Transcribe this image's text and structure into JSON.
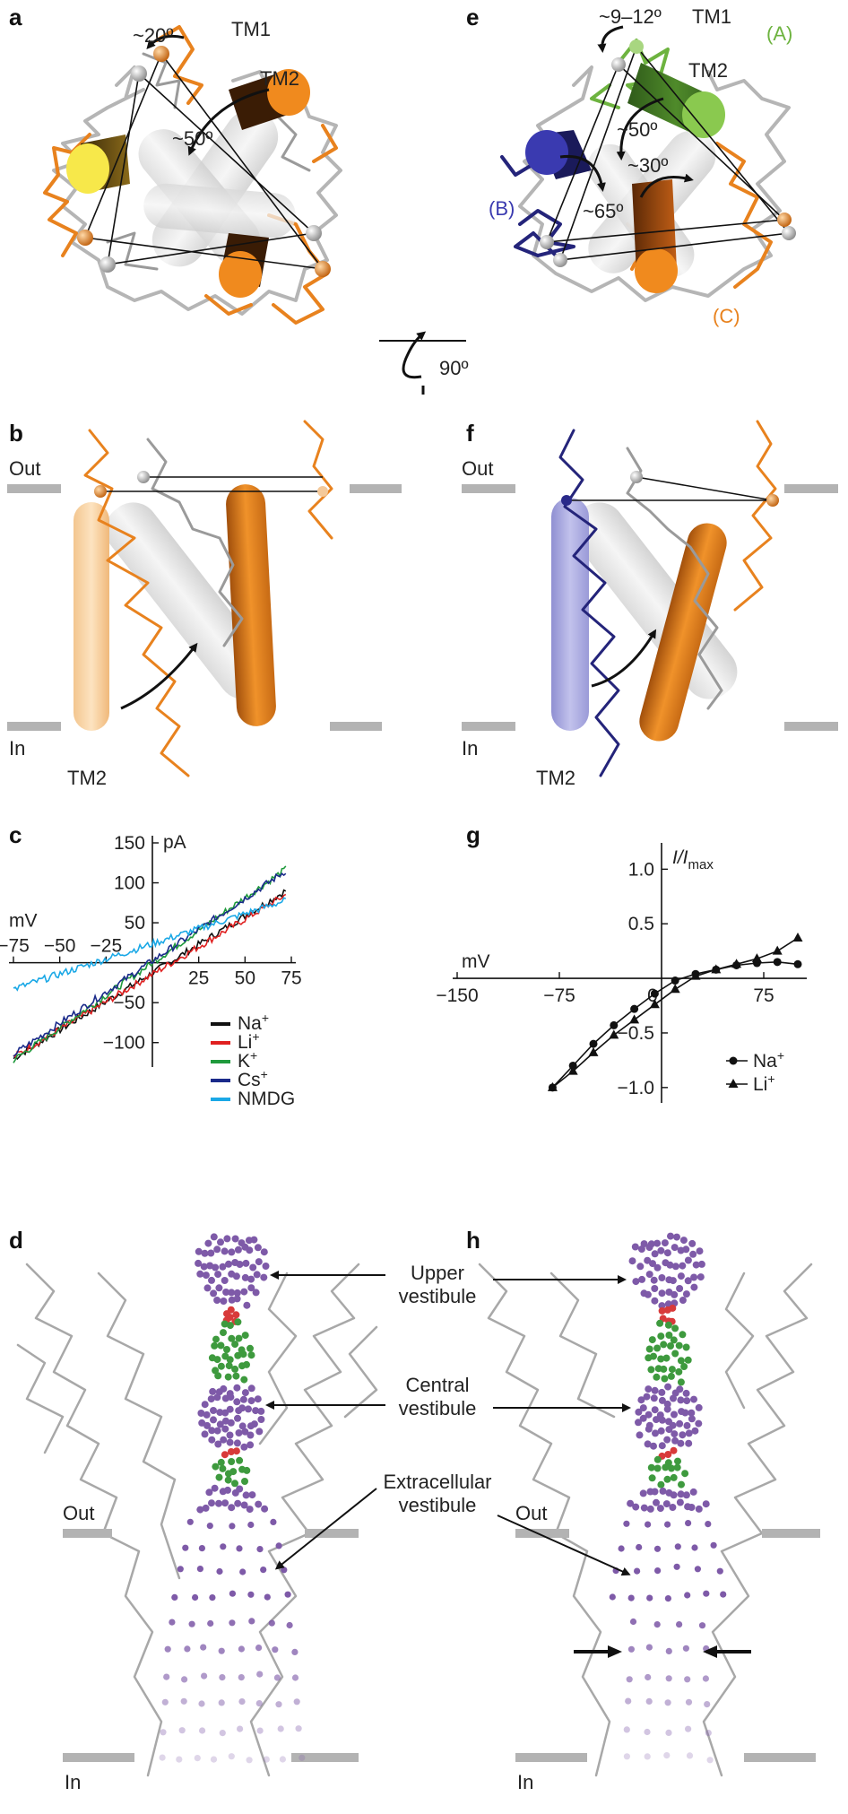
{
  "figure": {
    "panels": {
      "a": {
        "label": "a",
        "labels": {
          "tm1": "TM1",
          "tm2": "TM2",
          "angle_small": "~20º",
          "angle_large": "~50º"
        }
      },
      "e": {
        "label": "e",
        "labels": {
          "tm1": "TM1",
          "tm2": "TM2",
          "angle_top": "~9–12º",
          "angle_mid": "~50º",
          "angle_right": "~30º",
          "angle_left": "~65º",
          "sub_a": "(A)",
          "sub_b": "(B)",
          "sub_c": "(C)"
        }
      },
      "rotation": {
        "text": "90º"
      },
      "b": {
        "label": "b",
        "out": "Out",
        "in": "In",
        "tm2": "TM2"
      },
      "f": {
        "label": "f",
        "out": "Out",
        "in": "In",
        "tm2": "TM2"
      },
      "d": {
        "label": "d",
        "out": "Out",
        "in": "In"
      },
      "h": {
        "label": "h",
        "out": "Out",
        "in": "In"
      },
      "vestibules": {
        "upper": [
          "Upper",
          "vestibule"
        ],
        "central": [
          "Central",
          "vestibule"
        ],
        "extracellular": [
          "Extracellular",
          "vestibule"
        ]
      }
    },
    "colors": {
      "orange": "#e8821e",
      "grey": "#b8b8b8",
      "green": "#6db33f",
      "navy": "#24247a",
      "yellow": "#f7e84a",
      "purple": "#7e5aa8",
      "pore_green": "#3e9a3e",
      "pore_red": "#d83a3a"
    }
  },
  "chart_data": [
    {
      "panel": "c",
      "type": "line",
      "x_unit": "mV",
      "y_unit": "pA",
      "xlim": [
        -75,
        75
      ],
      "ylim": [
        -125,
        150
      ],
      "x_ticks": [
        "−75",
        "−50",
        "−25",
        "25",
        "50",
        "75"
      ],
      "x_tick_values": [
        -75,
        -50,
        -25,
        25,
        50,
        75
      ],
      "y_ticks": [
        "150",
        "100",
        "50",
        "−50",
        "−100"
      ],
      "y_tick_values": [
        150,
        100,
        50,
        -50,
        -100
      ],
      "series": [
        {
          "name": "Na+",
          "color": "#111111",
          "x": [
            -75,
            72
          ],
          "y": [
            -120,
            90
          ]
        },
        {
          "name": "Li+",
          "color": "#e02020",
          "x": [
            -75,
            72
          ],
          "y": [
            -118,
            85
          ]
        },
        {
          "name": "K+",
          "color": "#1f9a3c",
          "x": [
            -75,
            72
          ],
          "y": [
            -122,
            117
          ]
        },
        {
          "name": "Cs+",
          "color": "#1a2a8a",
          "x": [
            -75,
            72
          ],
          "y": [
            -115,
            115
          ]
        },
        {
          "name": "NMDG",
          "color": "#1aa8e6",
          "x": [
            -75,
            72
          ],
          "y": [
            -33,
            78
          ]
        }
      ],
      "legend": {
        "position": "bottom-right",
        "entries": [
          {
            "base": "Na",
            "sup": "+"
          },
          {
            "base": "Li",
            "sup": "+"
          },
          {
            "base": "K",
            "sup": "+"
          },
          {
            "base": "Cs",
            "sup": "+"
          },
          {
            "base": "NMDG",
            "sup": ""
          }
        ]
      }
    },
    {
      "panel": "g",
      "type": "line",
      "x_unit": "mV",
      "y_unit": {
        "base": "I/I",
        "sub": "max"
      },
      "xlim": [
        -150,
        100
      ],
      "ylim": [
        -1.1,
        1.2
      ],
      "x_ticks": [
        "−150",
        "−75",
        "0",
        "75"
      ],
      "x_tick_values": [
        -150,
        -75,
        0,
        75
      ],
      "y_ticks": [
        "1.0",
        "0.5",
        "−0.5",
        "−1.0"
      ],
      "y_tick_values": [
        1.0,
        0.5,
        -0.5,
        -1.0
      ],
      "series": [
        {
          "name": "Na+",
          "marker": "circle",
          "color": "#111111",
          "x": [
            -80,
            -65,
            -50,
            -35,
            -20,
            -5,
            10,
            25,
            40,
            55,
            70,
            85,
            100
          ],
          "y": [
            -1.0,
            -0.8,
            -0.6,
            -0.43,
            -0.28,
            -0.14,
            -0.02,
            0.04,
            0.08,
            0.12,
            0.14,
            0.15,
            0.13
          ]
        },
        {
          "name": "Li+",
          "marker": "triangle",
          "color": "#111111",
          "x": [
            -80,
            -65,
            -50,
            -35,
            -20,
            -5,
            10,
            25,
            40,
            55,
            70,
            85,
            100
          ],
          "y": [
            -1.0,
            -0.85,
            -0.68,
            -0.52,
            -0.38,
            -0.24,
            -0.1,
            0.02,
            0.08,
            0.13,
            0.18,
            0.25,
            0.37
          ]
        }
      ],
      "legend": {
        "position": "bottom-right",
        "entries": [
          {
            "base": "Na",
            "sup": "+"
          },
          {
            "base": "Li",
            "sup": "+"
          }
        ]
      }
    }
  ]
}
